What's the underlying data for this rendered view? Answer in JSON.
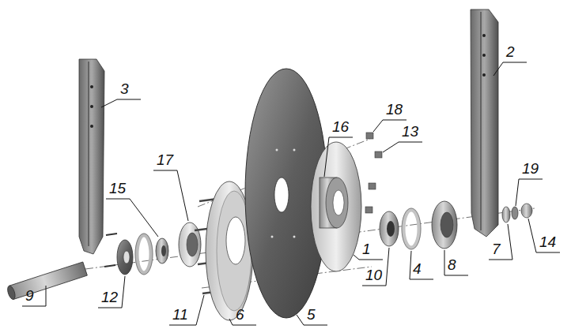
{
  "diagram": {
    "labels": [
      "3",
      "2",
      "18",
      "13",
      "16",
      "17",
      "19",
      "15",
      "14",
      "7",
      "1",
      "8",
      "4",
      "10",
      "9",
      "12",
      "11",
      "6",
      "5"
    ]
  }
}
